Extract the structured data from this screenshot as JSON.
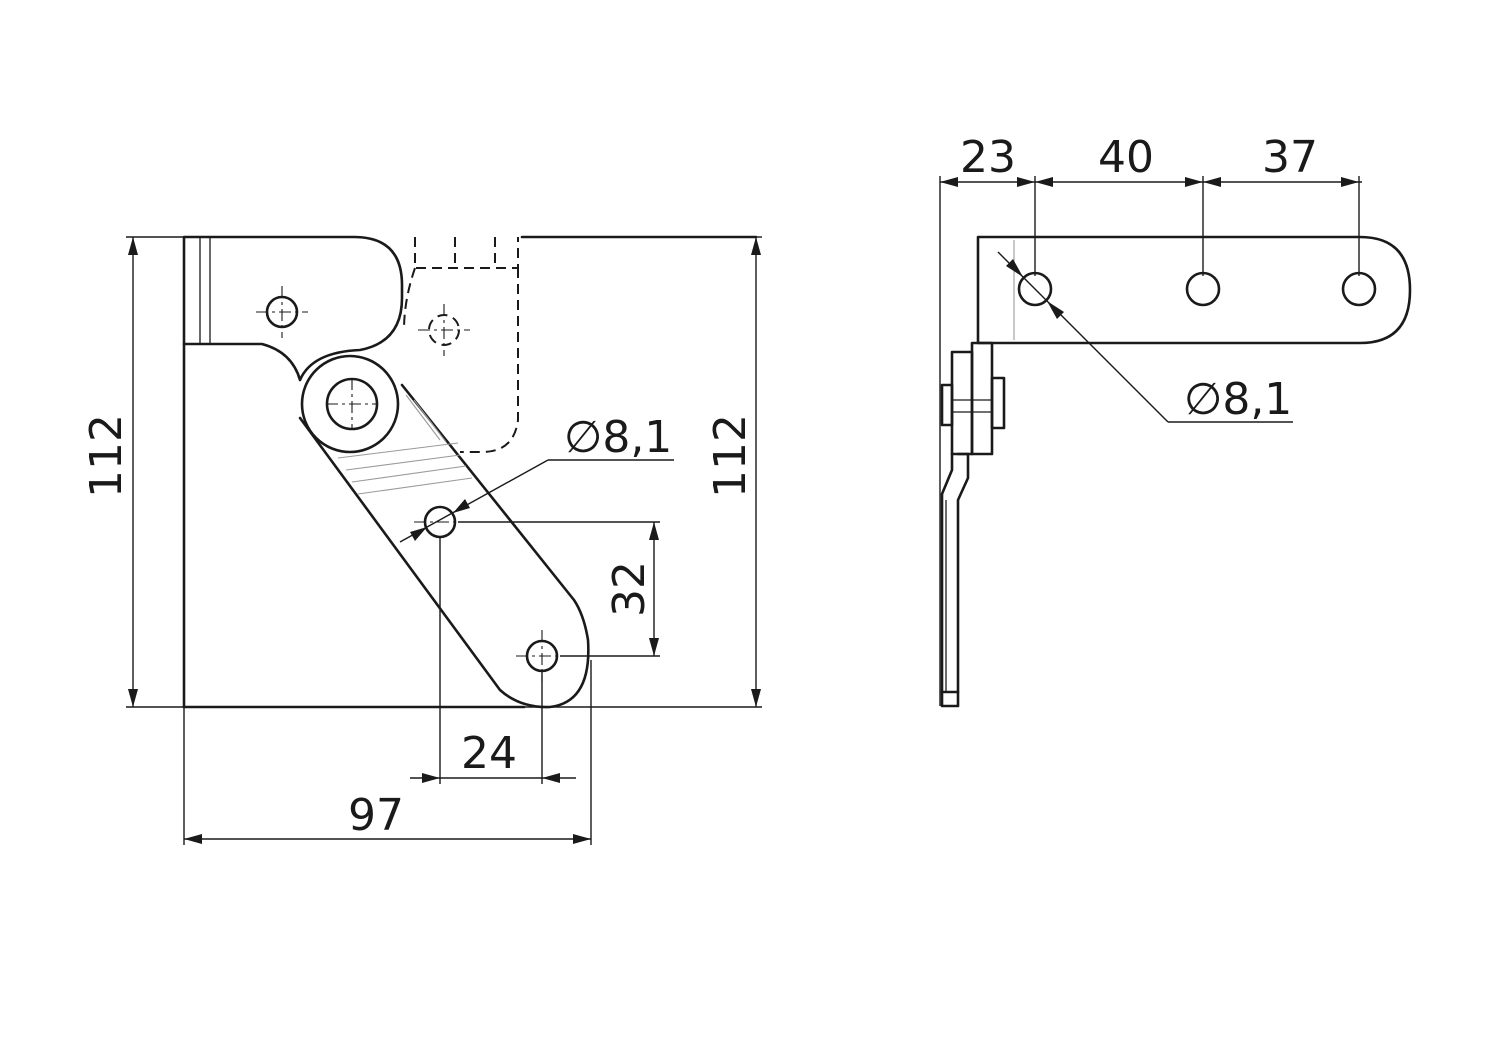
{
  "front_view": {
    "height_left": "112",
    "height_right": "112",
    "hole_diameter": "∅8,1",
    "vertical_hole_spacing": "32",
    "horizontal_hole_spacing": "24",
    "overall_width": "97"
  },
  "side_view": {
    "edge_to_first_hole": "23",
    "hole_spacing_1": "40",
    "hole_spacing_2": "37",
    "hole_diameter": "∅8,1"
  }
}
